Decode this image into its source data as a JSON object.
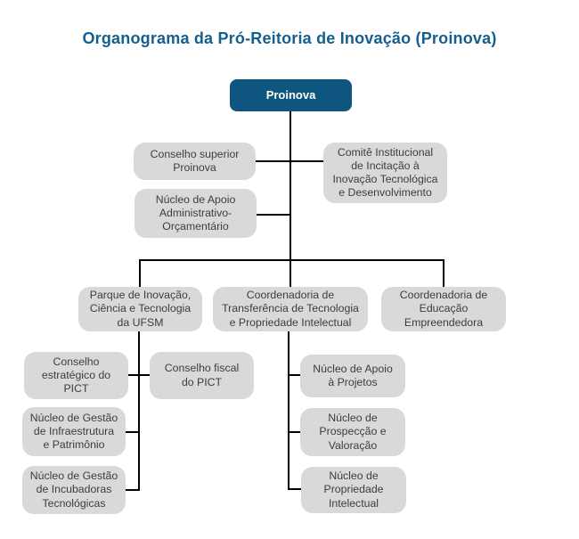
{
  "title": "Organograma da Pró-Reitoria de Inovação (Proinova)",
  "colors": {
    "title_text": "#155f90",
    "root_box_bg": "#0e567f",
    "root_box_text": "#ffffff",
    "node_bg": "#d9d9d9",
    "node_text": "#3d3d3d",
    "connector": "#000000",
    "background": "#ffffff"
  },
  "nodes": {
    "proinova": {
      "label": "Proinova"
    },
    "conselho_superior": {
      "label": "Conselho superior\nProinova"
    },
    "comite_institucional": {
      "label": "Comitê Institucional\nde Incitação à\nInovação Tecnológica\ne Desenvolvimento"
    },
    "nucleo_apoio_administrativo": {
      "label": "Núcleo de Apoio\nAdministrativo-\nOrçamentário"
    },
    "parque_inovacao": {
      "label": "Parque de Inovação,\nCiência e Tecnologia\nda UFSM"
    },
    "coord_transferencia": {
      "label": "Coordenadoria de\nTransferência de Tecnologia\ne Propriedade Intelectual"
    },
    "coord_educacao": {
      "label": "Coordenadoria de\nEducação\nEmpreendedora"
    },
    "conselho_estrategico": {
      "label": "Conselho\nestratégico do\nPICT"
    },
    "conselho_fiscal": {
      "label": "Conselho fiscal\ndo PICT"
    },
    "nucleo_infraestrutura": {
      "label": "Núcleo de Gestão\nde Infraestrutura\ne Patrimônio"
    },
    "nucleo_incubadoras": {
      "label": "Núcleo de Gestão\nde Incubadoras\nTecnológicas"
    },
    "nucleo_projetos": {
      "label": "Núcleo de Apoio\nà Projetos"
    },
    "nucleo_prospeccao": {
      "label": "Núcleo de\nProspecção e\nValoração"
    },
    "nucleo_propriedade": {
      "label": "Núcleo de\nPropriedade\nIntelectual"
    }
  },
  "structure": {
    "proinova": [
      "conselho_superior",
      "comite_institucional",
      "nucleo_apoio_administrativo",
      "parque_inovacao",
      "coord_transferencia",
      "coord_educacao"
    ],
    "parque_inovacao": [
      "conselho_estrategico",
      "conselho_fiscal",
      "nucleo_infraestrutura",
      "nucleo_incubadoras"
    ],
    "coord_transferencia": [
      "nucleo_projetos",
      "nucleo_prospeccao",
      "nucleo_propriedade"
    ]
  }
}
